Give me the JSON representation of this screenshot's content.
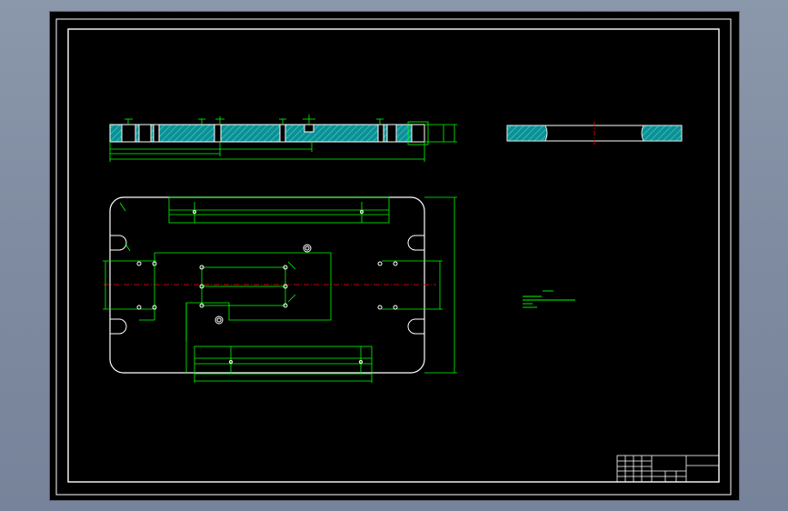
{
  "drawing": {
    "background": "#000000",
    "colors": {
      "frame": "#ffffff",
      "outline": "#ffffff",
      "hatch": "#00b4b4",
      "dimension": "#00ff00",
      "centerline": "#ff0000",
      "notes": "#00ff00"
    },
    "views": [
      "section-elevation-view",
      "side-section-view",
      "plan-view"
    ],
    "notes_block": {
      "lines": [
        "",
        "",
        "",
        ""
      ]
    },
    "title_block": {
      "cells": []
    }
  }
}
